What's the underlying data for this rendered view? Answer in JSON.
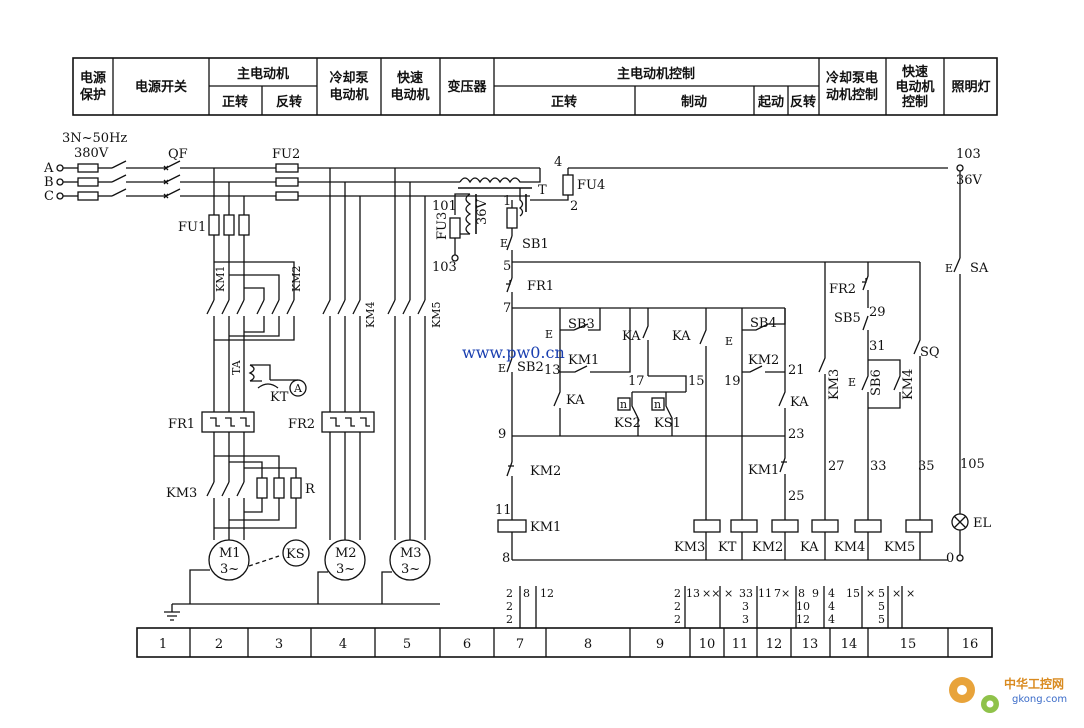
{
  "header": {
    "cells": [
      {
        "key": "power_protect",
        "lines": [
          "电源",
          "保护"
        ]
      },
      {
        "key": "power_switch",
        "lines": [
          "电源开关"
        ]
      },
      {
        "key": "main_motor",
        "lines": [
          "主电动机"
        ]
      },
      {
        "key": "main_fwd",
        "lines": [
          "正转"
        ]
      },
      {
        "key": "main_rev",
        "lines": [
          "反转"
        ]
      },
      {
        "key": "coolant_motor",
        "lines": [
          "冷却泵",
          "电动机"
        ]
      },
      {
        "key": "rapid_motor",
        "lines": [
          "快速",
          "电动机"
        ]
      },
      {
        "key": "transformer",
        "lines": [
          "变压器"
        ]
      },
      {
        "key": "main_ctrl",
        "lines": [
          "主电动机控制"
        ]
      },
      {
        "key": "ctrl_fwd",
        "lines": [
          "正转"
        ]
      },
      {
        "key": "ctrl_brake",
        "lines": [
          "制动"
        ]
      },
      {
        "key": "ctrl_start",
        "lines": [
          "起动"
        ]
      },
      {
        "key": "ctrl_rev",
        "lines": [
          "反转"
        ]
      },
      {
        "key": "coolant_ctrl",
        "lines": [
          "冷却泵电",
          "动机控制"
        ]
      },
      {
        "key": "rapid_ctrl",
        "lines": [
          "快速",
          "电动机",
          "控制"
        ]
      },
      {
        "key": "lamp",
        "lines": [
          "照明灯"
        ]
      }
    ]
  },
  "supply": {
    "spec": "3N~50Hz",
    "voltage": "380V",
    "phases": [
      "A",
      "B",
      "C"
    ]
  },
  "labels": {
    "QF": "QF",
    "FU1": "FU1",
    "FU2": "FU2",
    "FU3": "FU3",
    "FU4": "FU4",
    "T": "T",
    "KM1": "KM1",
    "KM2": "KM2",
    "KM3": "KM3",
    "KM4": "KM4",
    "KM5": "KM5",
    "TA": "TA",
    "KT": "KT",
    "A": "A",
    "FR1": "FR1",
    "FR2": "FR2",
    "R": "R",
    "M1": "M1",
    "M2": "M2",
    "M3": "M3",
    "phase3": "3~",
    "KS": "KS",
    "SB1": "SB1",
    "SB2": "SB2",
    "SB3": "SB3",
    "SB4": "SB4",
    "SB5": "SB5",
    "SB6": "SB6",
    "KA": "KA",
    "KS1": "KS1",
    "KS2": "KS2",
    "SQ": "SQ",
    "SA": "SA",
    "EL": "EL",
    "n": "n",
    "v36": "36V",
    "v36b": "36V"
  },
  "nodes": {
    "n1": "1",
    "n2": "2",
    "n4": "4",
    "n5": "5",
    "n7": "7",
    "n8": "8",
    "n9": "9",
    "n11": "11",
    "n13": "13",
    "n15": "15",
    "n17": "17",
    "n19": "19",
    "n21": "21",
    "n23": "23",
    "n25": "25",
    "n27": "27",
    "n29": "29",
    "n31": "31",
    "n33": "33",
    "n35": "35",
    "n101": "101",
    "n103": "103",
    "n103b": "103",
    "n105": "105",
    "n0": "0"
  },
  "coils_bottom": [
    "KM3",
    "KT",
    "KM2",
    "KA",
    "KM4",
    "KM5"
  ],
  "cross_refs": {
    "r7a": [
      "2",
      "2",
      "2"
    ],
    "r7b": [
      "8"
    ],
    "r7c": [
      "12"
    ],
    "r10a": [
      "2",
      "2",
      "2"
    ],
    "r10b": [
      "13"
    ],
    "r10c": [
      "××"
    ],
    "r10d": [
      "×"
    ],
    "r11a": [
      "33",
      "3",
      "3"
    ],
    "r11b": [
      "11"
    ],
    "r12a": [
      "7×"
    ],
    "r12b": [
      "8",
      "10",
      "12"
    ],
    "r13a": [
      "9"
    ],
    "r13b": [
      "4",
      "4",
      "4"
    ],
    "r14a": [
      "15"
    ],
    "r14b": [
      "×"
    ],
    "r14c": [
      "5",
      "5",
      "5"
    ],
    "r15a": [
      "×"
    ],
    "r15b": [
      "×"
    ]
  },
  "zones": [
    "1",
    "2",
    "3",
    "4",
    "5",
    "6",
    "7",
    "8",
    "9",
    "10",
    "11",
    "12",
    "13",
    "14",
    "15",
    "16"
  ],
  "watermark": "www.pw0.cn",
  "logo": {
    "cn": "中华工控网",
    "en": "gkong.com"
  }
}
